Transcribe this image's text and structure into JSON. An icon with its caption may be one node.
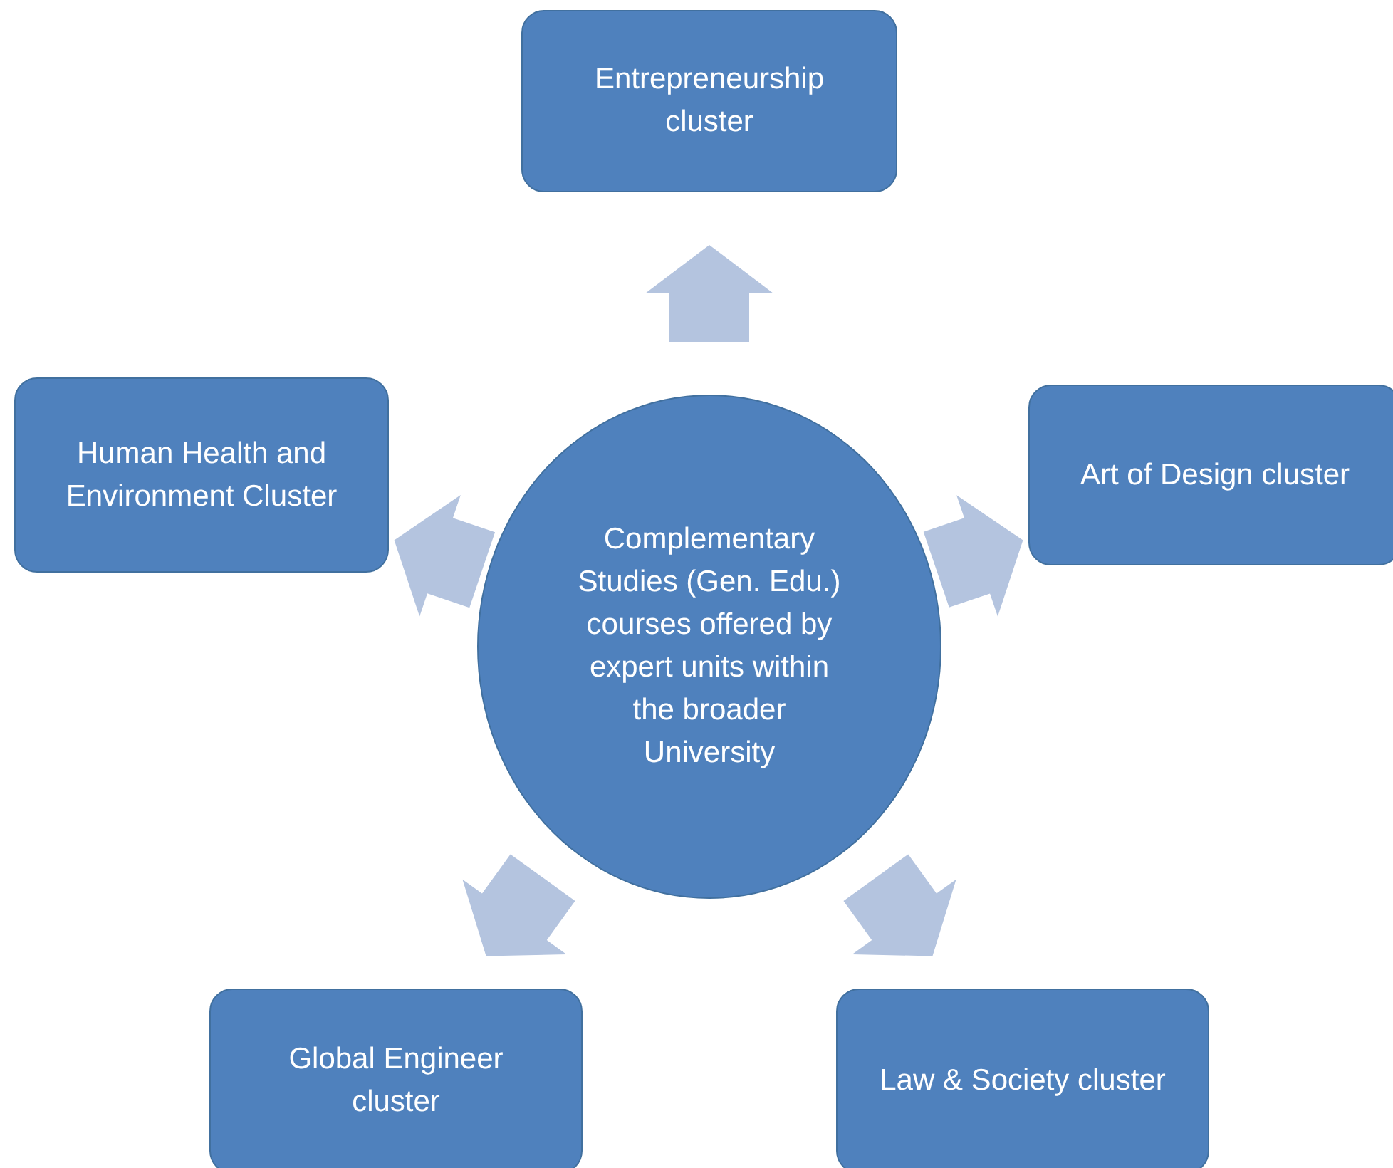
{
  "diagram": {
    "nodes": [
      {
        "text": [
          "Complementary Studies (Gen. Edu.) courses offered by expert units within the broader University"
        ]
      },
      {
        "text": [
          "Entrepreneurship cluster"
        ]
      },
      {
        "text": [
          "Art of Design cluster"
        ]
      },
      {
        "text": [
          "Human Health and Environment Cluster"
        ]
      },
      {
        "text": [
          "Global Engineer cluster"
        ]
      },
      {
        "text": [
          "Law & Society cluster"
        ]
      }
    ],
    "edges": [
      {
        "from": 0,
        "to": 1,
        "arrow": "to"
      },
      {
        "from": 0,
        "to": 2,
        "arrow": "to"
      },
      {
        "from": 0,
        "to": 3,
        "arrow": "to"
      },
      {
        "from": 0,
        "to": 4,
        "arrow": "to"
      },
      {
        "from": 0,
        "to": 5,
        "arrow": "to"
      }
    ]
  }
}
